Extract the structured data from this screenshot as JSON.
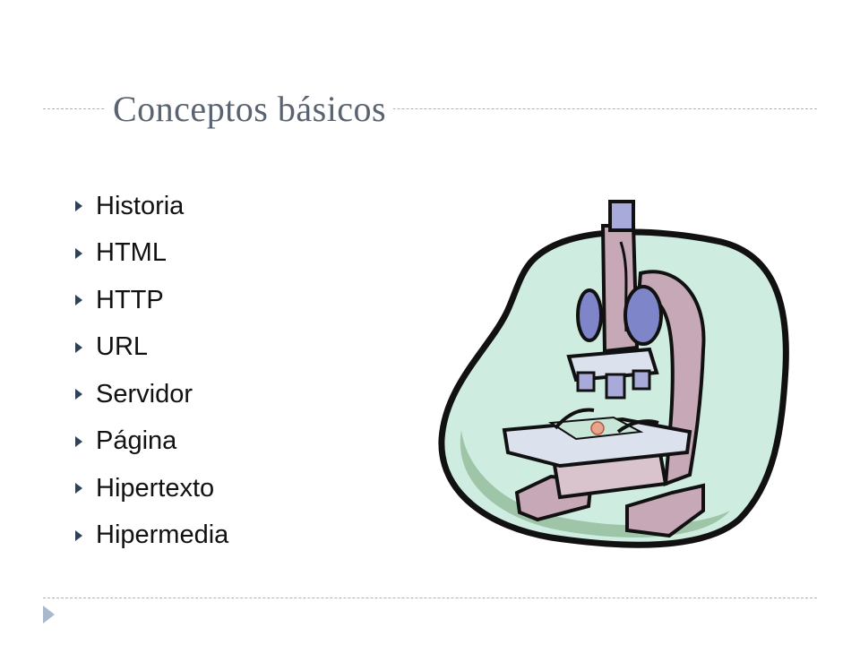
{
  "slide": {
    "title": "Conceptos básicos",
    "bullets": [
      "Historia",
      "HTML",
      "HTTP",
      "URL",
      "Servidor",
      "Página",
      "Hipertexto",
      "Hipermedia"
    ]
  },
  "image": {
    "subject": "microscope-clipart",
    "colors": {
      "blob": "#cfece0",
      "body": "#c7a8b6",
      "knob": "#7e85c9",
      "outline": "#111111"
    }
  },
  "theme": {
    "rule": "#9fb6c6",
    "bullet_marker": "#2f4154",
    "title_color": "#5a6471",
    "nav_marker": "#a9b9cb"
  }
}
